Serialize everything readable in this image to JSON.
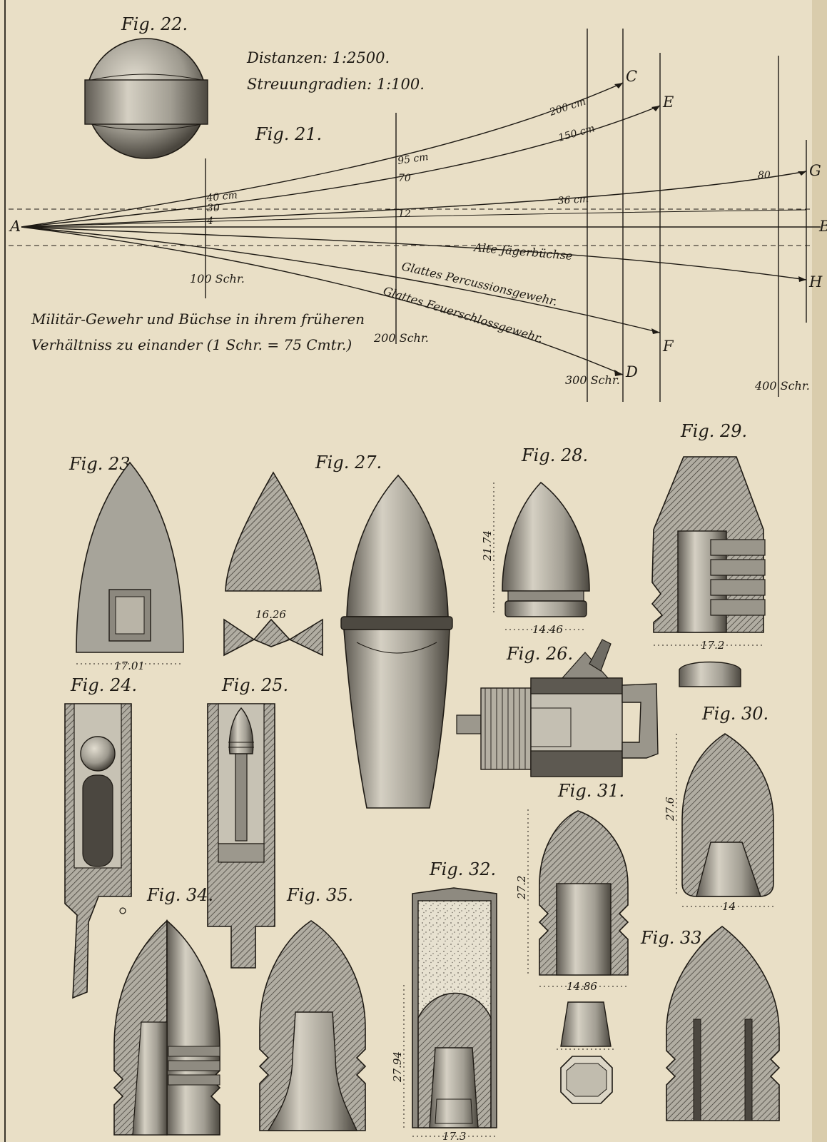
{
  "header": {
    "scale_distances": "Distanzen: 1:2500.",
    "scale_dispersion": "Streuungradien: 1:100."
  },
  "figure_labels": {
    "fig21": "Fig. 21.",
    "fig22": "Fig. 22.",
    "fig23": "Fig. 23.",
    "fig24": "Fig. 24.",
    "fig25": "Fig. 25.",
    "fig26": "Fig. 26.",
    "fig27": "Fig. 27.",
    "fig28": "Fig. 28.",
    "fig29": "Fig. 29.",
    "fig30": "Fig. 30.",
    "fig31": "Fig. 31.",
    "fig32": "Fig. 32.",
    "fig33": "Fig. 33.",
    "fig34": "Fig. 34.",
    "fig35": "Fig. 35."
  },
  "trajectory_diagram": {
    "origin": "A",
    "end_points": [
      "B",
      "C",
      "D",
      "E",
      "F",
      "G",
      "H"
    ],
    "distance_marks": [
      "100 Schr.",
      "200 Schr.",
      "300 Schr.",
      "400 Schr."
    ],
    "dispersion_labels": [
      "40 cm",
      "30",
      "4",
      "95 cm",
      "70",
      "12",
      "200 cm",
      "150 cm",
      "36 cm",
      "80"
    ],
    "curve_labels": [
      "Alte Jägerbüchse",
      "Glattes Percussionsgewehr.",
      "Glattes Feuerschlossgewehr."
    ],
    "caption_line1": "Militär-Gewehr und Büchse in ihrem früheren",
    "caption_line2": "Verhältniss zu einander (1 Schr. = 75 Cmtr.)"
  },
  "dimensions": {
    "fig23_width": "17.01",
    "fig27_inner": "16.26",
    "fig28_height": "21.74",
    "fig28_width": "14.46",
    "fig29_width": "17.2",
    "fig30_height": "27.6",
    "fig30_width": "14",
    "fig31_height": "27.2",
    "fig31_width": "14.86",
    "fig32_height": "27.94",
    "fig32_width": "17.3"
  }
}
